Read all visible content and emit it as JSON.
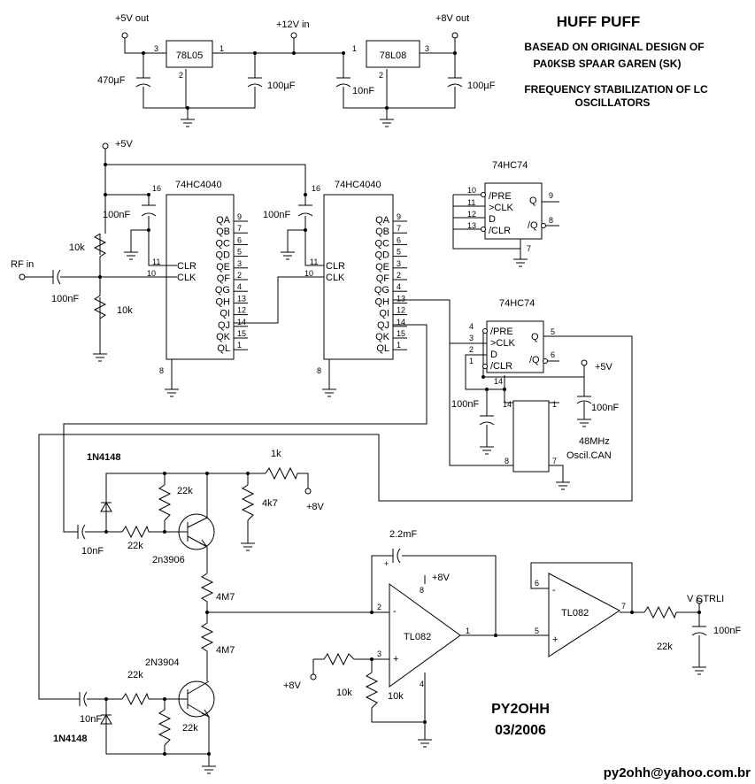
{
  "title": {
    "main": "HUFF PUFF",
    "line1": "BASEAD ON ORIGINAL DESIGN OF",
    "line2": "PA0KSB SPAAR GAREN (SK)",
    "line3": "FREQUENCY STABILIZATION OF LC",
    "line4": "OSCILLATORS"
  },
  "author": {
    "call": "PY2OHH",
    "date": "03/2006",
    "email": "py2ohh@yahoo.com.br"
  },
  "power": {
    "out5": "+5V out",
    "in12": "+12V in",
    "out8": "+8V out",
    "reg1": "78L05",
    "reg2": "78L08",
    "c1": "470µF",
    "c2": "100µF",
    "c3": "10nF",
    "c4": "100µF",
    "pins": {
      "one": "1",
      "two": "2",
      "three": "3"
    }
  },
  "counters": {
    "part": "74HC4040",
    "inputs": [
      "CLR",
      "CLK"
    ],
    "outputs": [
      "QA",
      "QB",
      "QC",
      "QD",
      "QE",
      "QF",
      "QG",
      "QH",
      "QI",
      "QJ",
      "QK",
      "QL"
    ],
    "output_pins": [
      "9",
      "7",
      "6",
      "5",
      "3",
      "2",
      "4",
      "13",
      "12",
      "14",
      "15",
      "1"
    ],
    "pin_vcc": "16",
    "pin_gnd": "8",
    "pin_clr": "11",
    "pin_clk": "10",
    "supply": "+5V",
    "decoupling": "100nF"
  },
  "input_stage": {
    "label": "RF in",
    "cap": "100nF",
    "r_top": "10k",
    "r_bottom": "10k"
  },
  "flipflops": {
    "part": "74HC74",
    "pins_left": [
      "/PRE",
      ">CLK",
      "D",
      "/CLR"
    ],
    "pins_right": [
      "Q",
      "/Q"
    ],
    "ff1_pins": {
      "pre": "10",
      "clk": "11",
      "d": "12",
      "clr": "13",
      "q": "9",
      "nq": "8",
      "gnd": "7"
    },
    "ff2_pins": {
      "pre": "4",
      "clk": "3",
      "d": "2",
      "clr": "1",
      "q": "5",
      "nq": "6",
      "vcc": "14"
    },
    "supply": "+5V",
    "cap_left": "100nF",
    "cap_right": "100nF"
  },
  "oscillator": {
    "label1": "48MHz",
    "label2": "Oscil.CAN",
    "pins": {
      "p14": "14",
      "p1": "1",
      "p8": "8",
      "p7": "7"
    }
  },
  "pump": {
    "diode_top": "1N4148",
    "diode_bottom": "1N4148",
    "cap_top": "10nF",
    "cap_bottom": "10nF",
    "r_base_top": "22k",
    "r_bias_top": "22k",
    "q_top": "2n3906",
    "r_base_bottom": "22k",
    "r_bias_bottom": "22k",
    "q_bottom": "2N3904",
    "r_series1": "4M7",
    "r_series2": "4M7",
    "r_1k": "1k",
    "r_4k7": "4k7",
    "supply": "+8V"
  },
  "integrator": {
    "opamp": "TL082",
    "cap": "2.2mF",
    "supply": "+8V",
    "r1": "10k",
    "r2": "10k",
    "bias_supply": "+8V",
    "pins": {
      "inv": "2",
      "noninv": "3",
      "out": "1",
      "vcc": "8",
      "gnd": "4"
    },
    "plus": "+",
    "minus": "-"
  },
  "buffer": {
    "opamp": "TL082",
    "pins": {
      "inv": "6",
      "noninv": "5",
      "out": "7"
    },
    "r_out": "22k",
    "c_out": "100nF",
    "output_label": "V CTRLI"
  }
}
